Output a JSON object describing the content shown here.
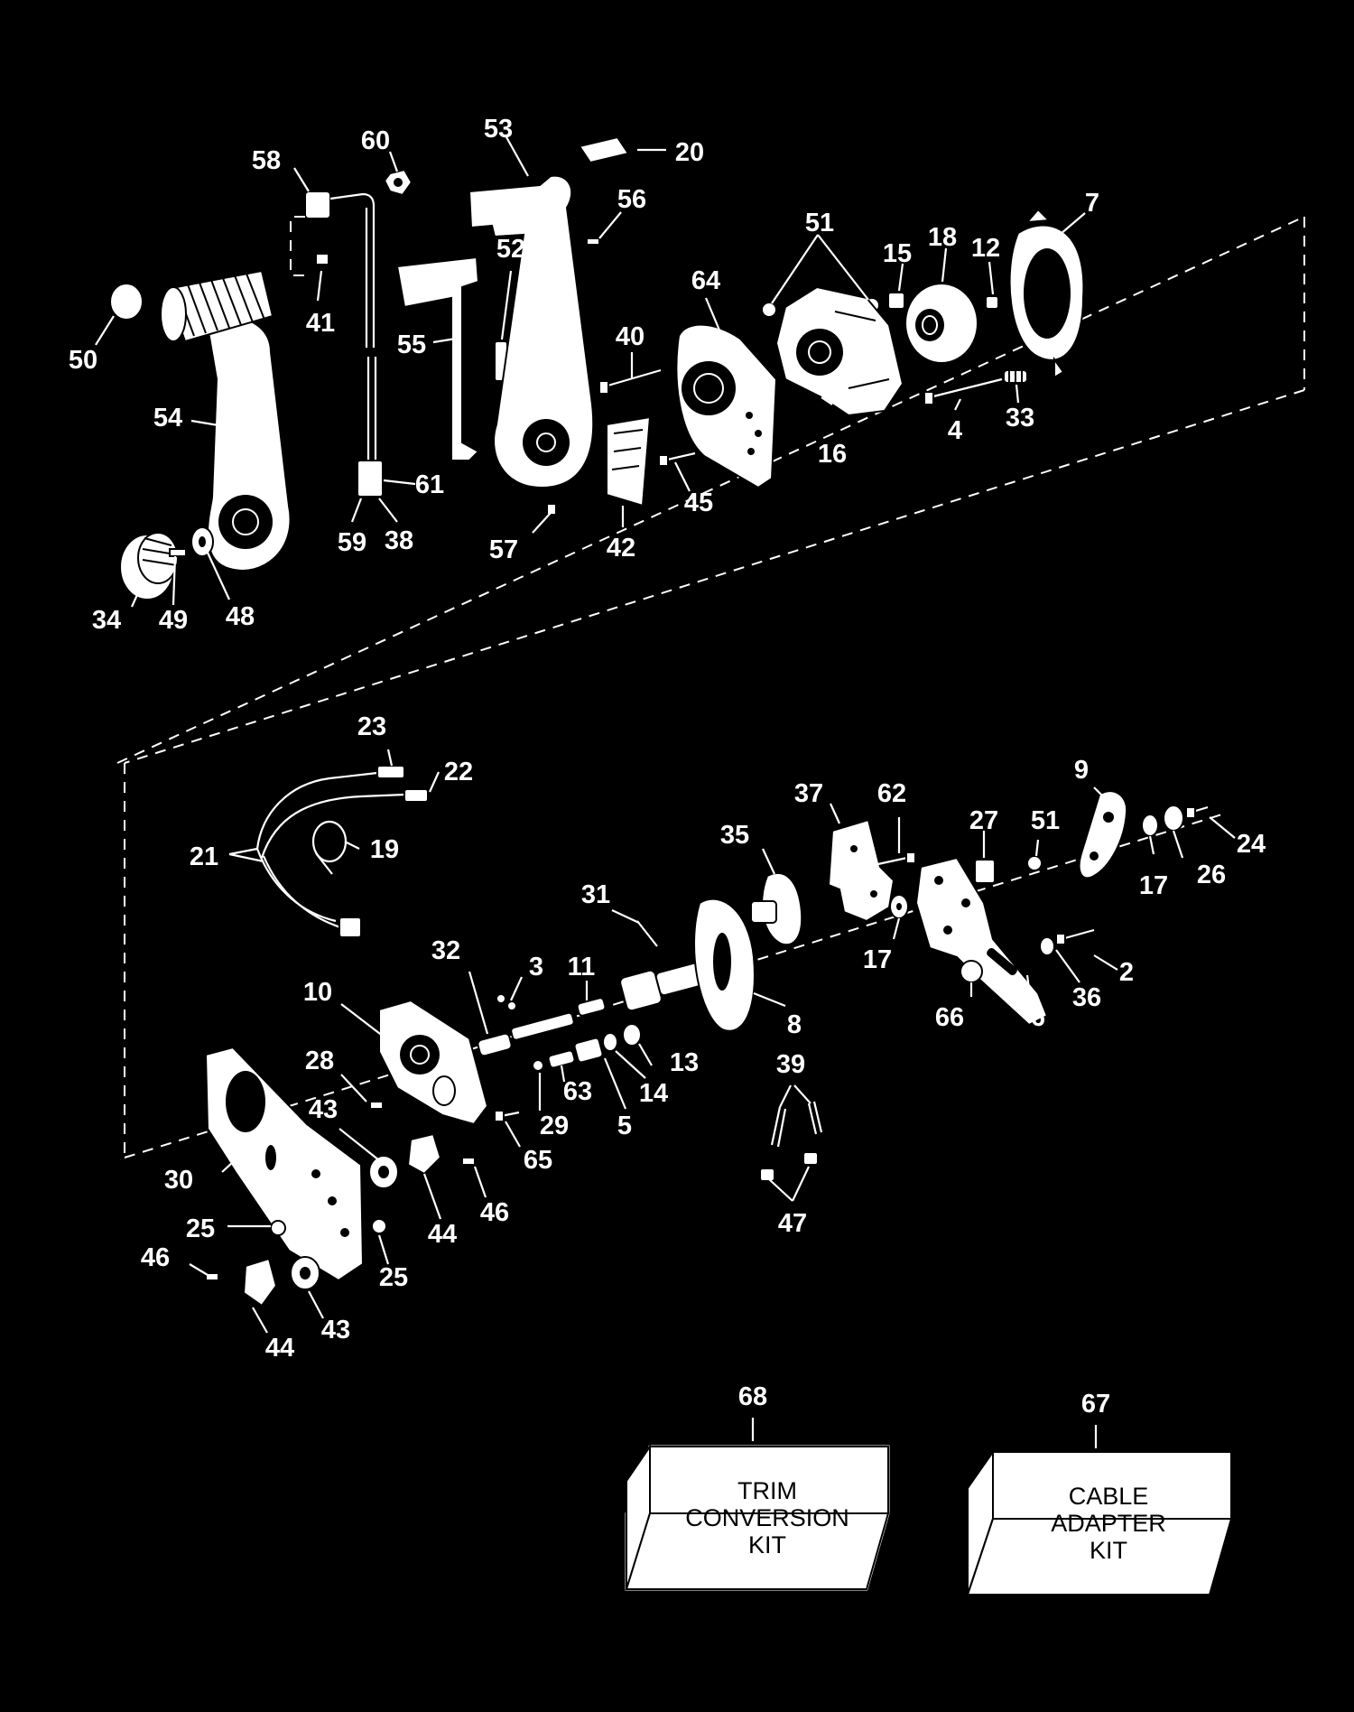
{
  "diagram": {
    "colors": {
      "background": "#000000",
      "ink": "#ffffff"
    },
    "upper_assembly_labels": [
      "58",
      "60",
      "53",
      "20",
      "56",
      "51",
      "18",
      "15",
      "12",
      "7",
      "52",
      "41",
      "64",
      "50",
      "55",
      "40",
      "54",
      "16",
      "4",
      "33",
      "61",
      "45",
      "59",
      "38",
      "57",
      "42",
      "34",
      "49",
      "48"
    ],
    "lower_assembly_labels": [
      "23",
      "22",
      "9",
      "62",
      "37",
      "27",
      "51",
      "21",
      "19",
      "24",
      "35",
      "17",
      "26",
      "31",
      "17",
      "32",
      "3",
      "11",
      "2",
      "10",
      "36",
      "8",
      "66",
      "6",
      "28",
      "13",
      "29",
      "63",
      "14",
      "43",
      "5",
      "65",
      "39",
      "30",
      "46",
      "25",
      "44",
      "47",
      "46",
      "25",
      "43",
      "44"
    ],
    "kits": [
      {
        "number": "68",
        "lines": [
          "TRIM",
          "CONVERSION",
          "KIT"
        ]
      },
      {
        "number": "67",
        "lines": [
          "CABLE",
          "ADAPTER",
          "KIT"
        ]
      }
    ]
  }
}
